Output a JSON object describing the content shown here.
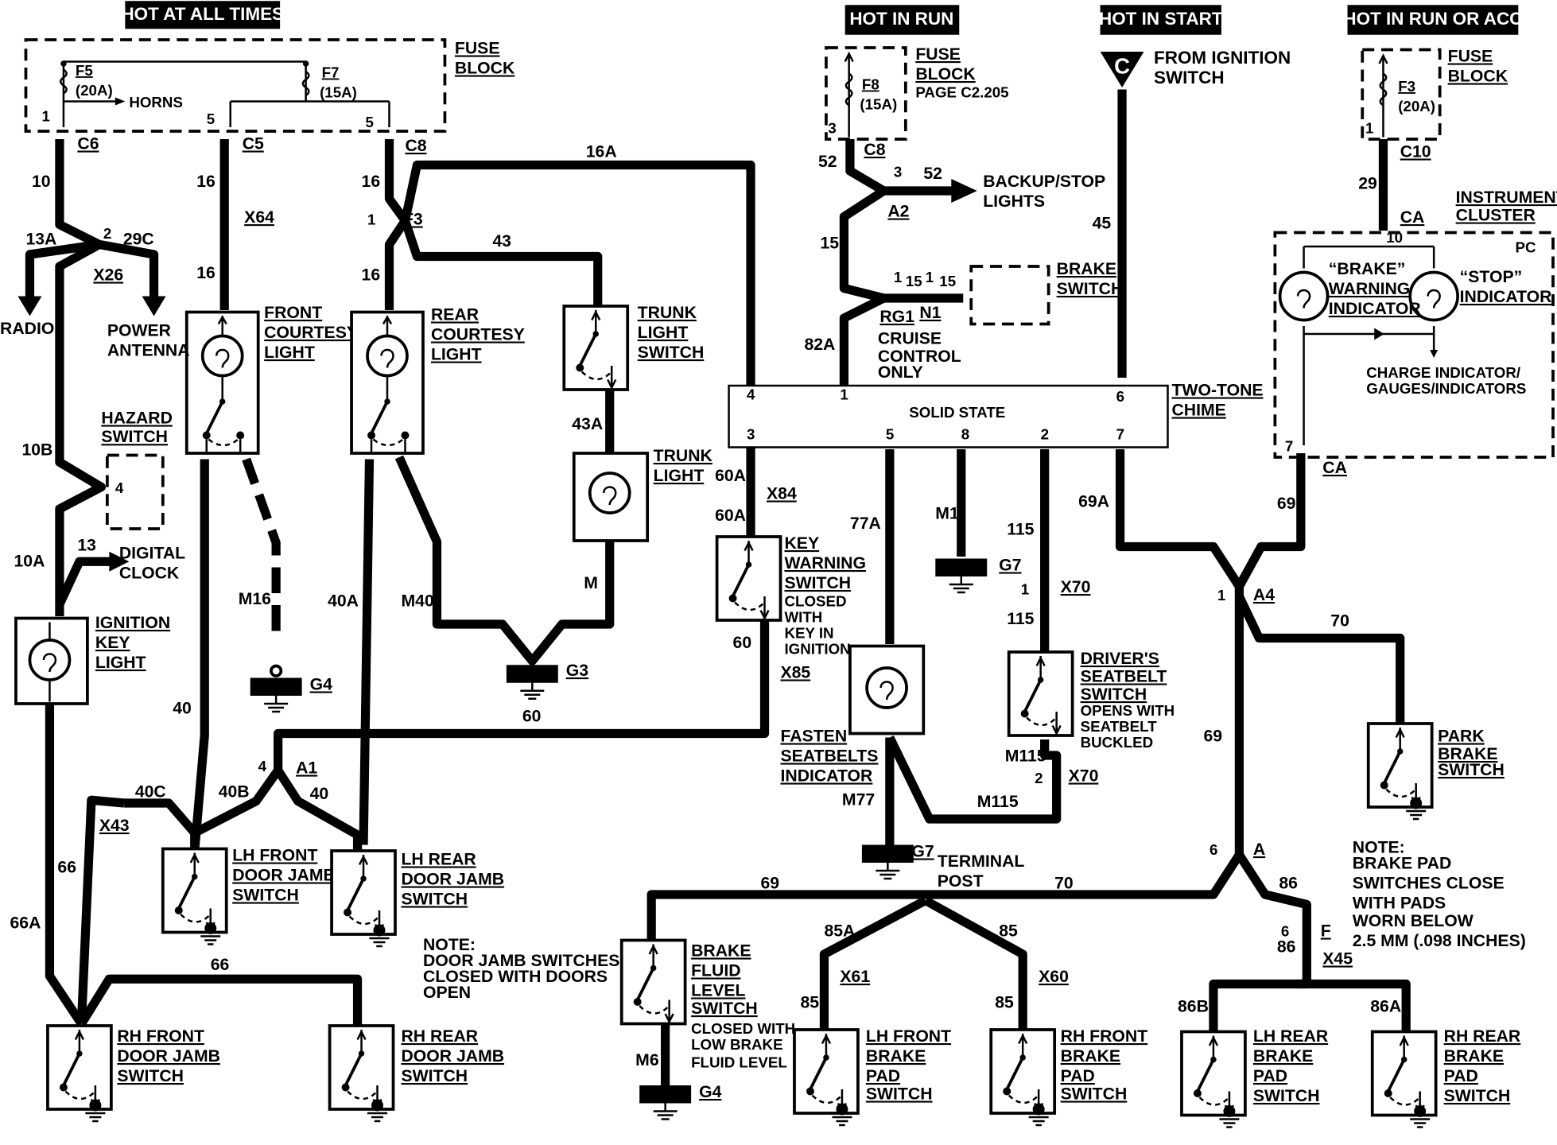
{
  "headers": {
    "hot_at_all_times": "HOT AT ALL TIMES",
    "hot_in_run": "HOT IN RUN",
    "hot_in_start": "HOT IN START",
    "hot_in_run_or_acc": "HOT IN RUN OR ACC"
  },
  "fuse_block_1": {
    "title_1": "FUSE",
    "title_2": "BLOCK",
    "f5": "F5",
    "f5_amp": "(20A)",
    "f7": "F7",
    "f7_amp": "(15A)",
    "horns": "HORNS",
    "pin1": "1",
    "pin5a": "5",
    "pin5b": "5"
  },
  "fuse_block_2": {
    "title_1": "FUSE",
    "title_2": "BLOCK",
    "page": "PAGE C2.205",
    "f8": "F8",
    "f8_amp": "(15A)",
    "pin3": "3"
  },
  "fuse_block_3": {
    "title_1": "FUSE",
    "title_2": "BLOCK",
    "f3": "F3",
    "f3_amp": "(20A)",
    "pin1": "1"
  },
  "ignition": {
    "symbol": "C",
    "from_1": "FROM IGNITION",
    "from_2": "SWITCH"
  },
  "connectors": {
    "c6": "C6",
    "c5": "C5",
    "c8a": "C8",
    "c8b": "C8",
    "c10": "C10",
    "x64": "X64",
    "f3": "F3",
    "x26": "X26",
    "a2": "A2",
    "rg1": "RG1",
    "n1": "N1",
    "ca1": "CA",
    "ca2": "CA",
    "x84": "X84",
    "x85": "X85",
    "x70a": "X70",
    "x70b": "X70",
    "a4": "A4",
    "a1": "A1",
    "x43": "X43",
    "a": "A",
    "f": "F",
    "x45": "X45",
    "x61": "X61",
    "x60": "X60",
    "g4a": "G4",
    "g3": "G3",
    "g7a": "G7",
    "g7b": "G7",
    "g4b": "G4"
  },
  "wires": {
    "w10": "10",
    "w13a": "13A",
    "w29c": "29C",
    "w16a": "16",
    "w16b": "16",
    "w16c": "16",
    "w16d": "16",
    "w16A": "16A",
    "w43": "43",
    "w43a": "43A",
    "w10b": "10B",
    "w10a": "10A",
    "w13": "13",
    "w40": "40",
    "w40a": "40A",
    "w40b": "40B",
    "w40c": "40C",
    "w40d": "40",
    "w66": "66",
    "w66a": "66A",
    "w66b": "66",
    "m16": "M16",
    "m40": "M40",
    "m": "M",
    "w60": "60",
    "w60a1": "60A",
    "w60a2": "60A",
    "w60b": "60",
    "w52a": "52",
    "w52b": "52",
    "w15": "15",
    "w82a": "82A",
    "w15b": "15",
    "w15c": "15",
    "w45": "45",
    "w29": "29",
    "w77a": "77A",
    "m1": "M1",
    "w115a": "115",
    "w115b": "115",
    "m115a": "M115",
    "m115b": "M115",
    "m77": "M77",
    "w69a": "69A",
    "w69": "69",
    "w69b": "69",
    "w70": "70",
    "w69c": "69",
    "w70b": "70",
    "w86": "86",
    "w86b": "86",
    "w85a": "85A",
    "w85": "85",
    "w85b": "85",
    "w85c": "85",
    "w86c": "86B",
    "w86d": "86A",
    "m6": "M6",
    "w10c": "10",
    "p2": "2",
    "p1": "1",
    "p1b": "1",
    "p3": "3",
    "p4": "4",
    "p4b": "4",
    "p6": "6",
    "p6b": "6",
    "p2b": "2",
    "p7": "7",
    "p1c": "1",
    "p1d": "1",
    "p1e": "1",
    "p1f": "1",
    "p2c": "2",
    "p6c": "6",
    "p6d": "6",
    "p5": "5",
    "p8": "8",
    "p3b": "3",
    "p7b": "7"
  },
  "components": {
    "radio": "RADIO",
    "power_antenna_1": "POWER",
    "power_antenna_2": "ANTENNA",
    "hazard_1": "HAZARD",
    "hazard_2": "SWITCH",
    "hazard_pin": "4",
    "digital_clock_1": "DIGITAL",
    "digital_clock_2": "CLOCK",
    "ign_key_1": "IGNITION",
    "ign_key_2": "KEY",
    "ign_key_3": "LIGHT",
    "front_courtesy_1": "FRONT",
    "front_courtesy_2": "COURTESY",
    "front_courtesy_3": "LIGHT",
    "rear_courtesy_1": "REAR",
    "rear_courtesy_2": "COURTESY",
    "rear_courtesy_3": "LIGHT",
    "trunk_sw_1": "TRUNK",
    "trunk_sw_2": "LIGHT",
    "trunk_sw_3": "SWITCH",
    "trunk_light_1": "TRUNK",
    "trunk_light_2": "LIGHT",
    "backup_1": "BACKUP/STOP",
    "backup_2": "LIGHTS",
    "brake_sw_1": "BRAKE",
    "brake_sw_2": "SWITCH",
    "cruise_1": "CRUISE",
    "cruise_2": "CONTROL",
    "cruise_3": "ONLY",
    "chime_1": "TWO-TONE",
    "chime_2": "CHIME",
    "solid_state": "SOLID STATE",
    "cluster_1": "INSTRUMENT",
    "cluster_2": "CLUSTER",
    "pc": "PC",
    "brake_warn_1": "“BRAKE”",
    "brake_warn_2": "WARNING",
    "brake_warn_3": "INDICATOR",
    "stop_ind_1": "“STOP”",
    "stop_ind_2": "INDICATOR",
    "charge_1": "CHARGE INDICATOR/",
    "charge_2": "GAUGES/INDICATORS",
    "key_warn_1": "KEY",
    "key_warn_2": "WARNING",
    "key_warn_3": "SWITCH",
    "key_warn_4": "CLOSED",
    "key_warn_5": "WITH",
    "key_warn_6": "KEY  IN",
    "key_warn_7": "IGNITION",
    "fasten_1": "FASTEN",
    "fasten_2": "SEATBELTS",
    "fasten_3": "INDICATOR",
    "seatbelt_1": "DRIVER'S",
    "seatbelt_2": "SEATBELT",
    "seatbelt_3": "SWITCH",
    "seatbelt_4": "OPENS WITH",
    "seatbelt_5": "SEATBELT",
    "seatbelt_6": "BUCKLED",
    "terminal_1": "TERMINAL",
    "terminal_2": "POST",
    "park_1": "PARK",
    "park_2": "BRAKE",
    "park_3": "SWITCH",
    "lhfdj_1": "LH  FRONT",
    "lhfdj_2": "DOOR JAMB",
    "lhfdj_3": "SWITCH",
    "lhrdj_1": "LH  REAR",
    "lhrdj_2": "DOOR  JAMB",
    "lhrdj_3": "SWITCH",
    "rhfdj_1": "RH  FRONT",
    "rhfdj_2": "DOOR JAMB",
    "rhfdj_3": "SWITCH",
    "rhrdj_1": "RH  REAR",
    "rhrdj_2": "DOOR  JAMB",
    "rhrdj_3": "SWITCH",
    "bfl_1": "BRAKE",
    "bfl_2": "FLUID",
    "bfl_3": "LEVEL",
    "bfl_4": "SWITCH",
    "bfl_5": "CLOSED WITH",
    "bfl_6": "LOW BRAKE",
    "bfl_7": "FLUID LEVEL",
    "lhfbp_1": "LH  FRONT",
    "lhfbp_2": "BRAKE",
    "lhfbp_3": "PAD",
    "lhfbp_4": "SWITCH",
    "rhfbp_1": "RH  FRONT",
    "rhfbp_2": "BRAKE",
    "rhfbp_3": "PAD",
    "rhfbp_4": "SWITCH",
    "lhrbp_1": "LH  REAR",
    "lhrbp_2": "BRAKE",
    "lhrbp_3": "PAD",
    "lhrbp_4": "SWITCH",
    "rhrbp_1": "RH  REAR",
    "rhrbp_2": "BRAKE",
    "rhrbp_3": "PAD",
    "rhrbp_4": "SWITCH"
  },
  "notes": {
    "door_1": "NOTE:",
    "door_2": "DOOR JAMB SWITCHES",
    "door_3": "CLOSED WITH DOORS",
    "door_4": "OPEN",
    "pad_1": "NOTE:",
    "pad_2": "BRAKE PAD",
    "pad_3": "SWITCHES CLOSE",
    "pad_4": "WITH PADS",
    "pad_5": "WORN BELOW",
    "pad_6": "2.5 MM (.098 INCHES)"
  }
}
